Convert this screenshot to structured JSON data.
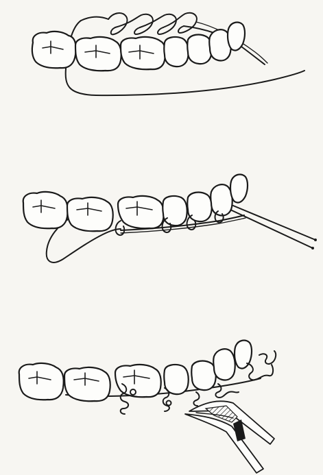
{
  "figure": {
    "background_color": "#f7f6f2",
    "line_color": "#1a1a1a",
    "panels": [
      {
        "id": "panel-1",
        "depicts": "wire-loops-formed-over-teeth"
      },
      {
        "id": "panel-2",
        "depicts": "wire-ligated-around-tooth-necks"
      },
      {
        "id": "panel-3",
        "depicts": "wire-ends-twisted-with-pliers"
      }
    ]
  }
}
